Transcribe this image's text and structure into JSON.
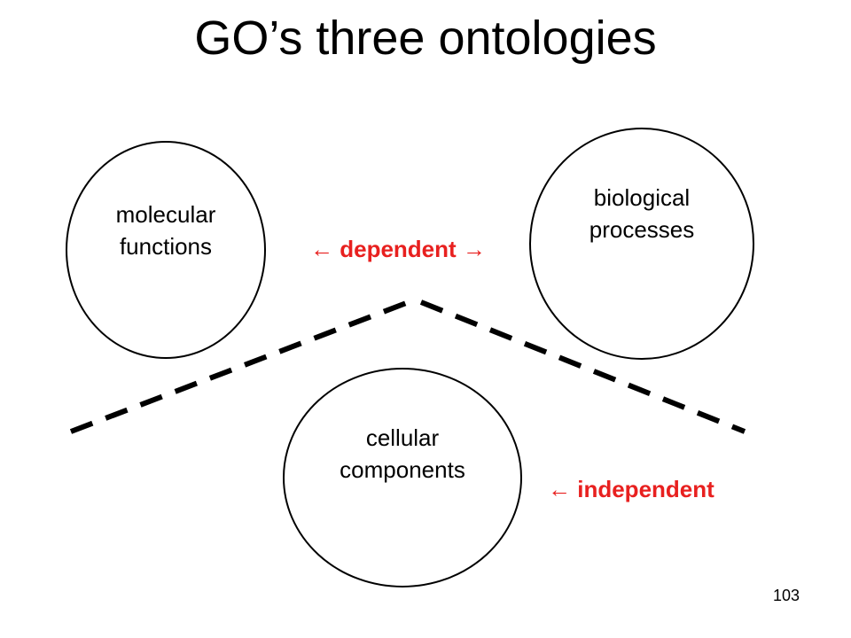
{
  "slide": {
    "title": "GO’s three ontologies",
    "page_number": "103"
  },
  "ontologies": {
    "molecular_functions": {
      "line1": "molecular",
      "line2": "functions"
    },
    "biological_processes": {
      "line1": "biological",
      "line2": "processes"
    },
    "cellular_components": {
      "line1": "cellular",
      "line2": "components"
    }
  },
  "relations": {
    "dependent": {
      "left_arrow": "←",
      "text": "dependent",
      "right_arrow": "→"
    },
    "independent": {
      "left_arrow": "←",
      "text": "independent"
    }
  },
  "colors": {
    "accent": "#e8201f",
    "stroke": "#000000"
  }
}
